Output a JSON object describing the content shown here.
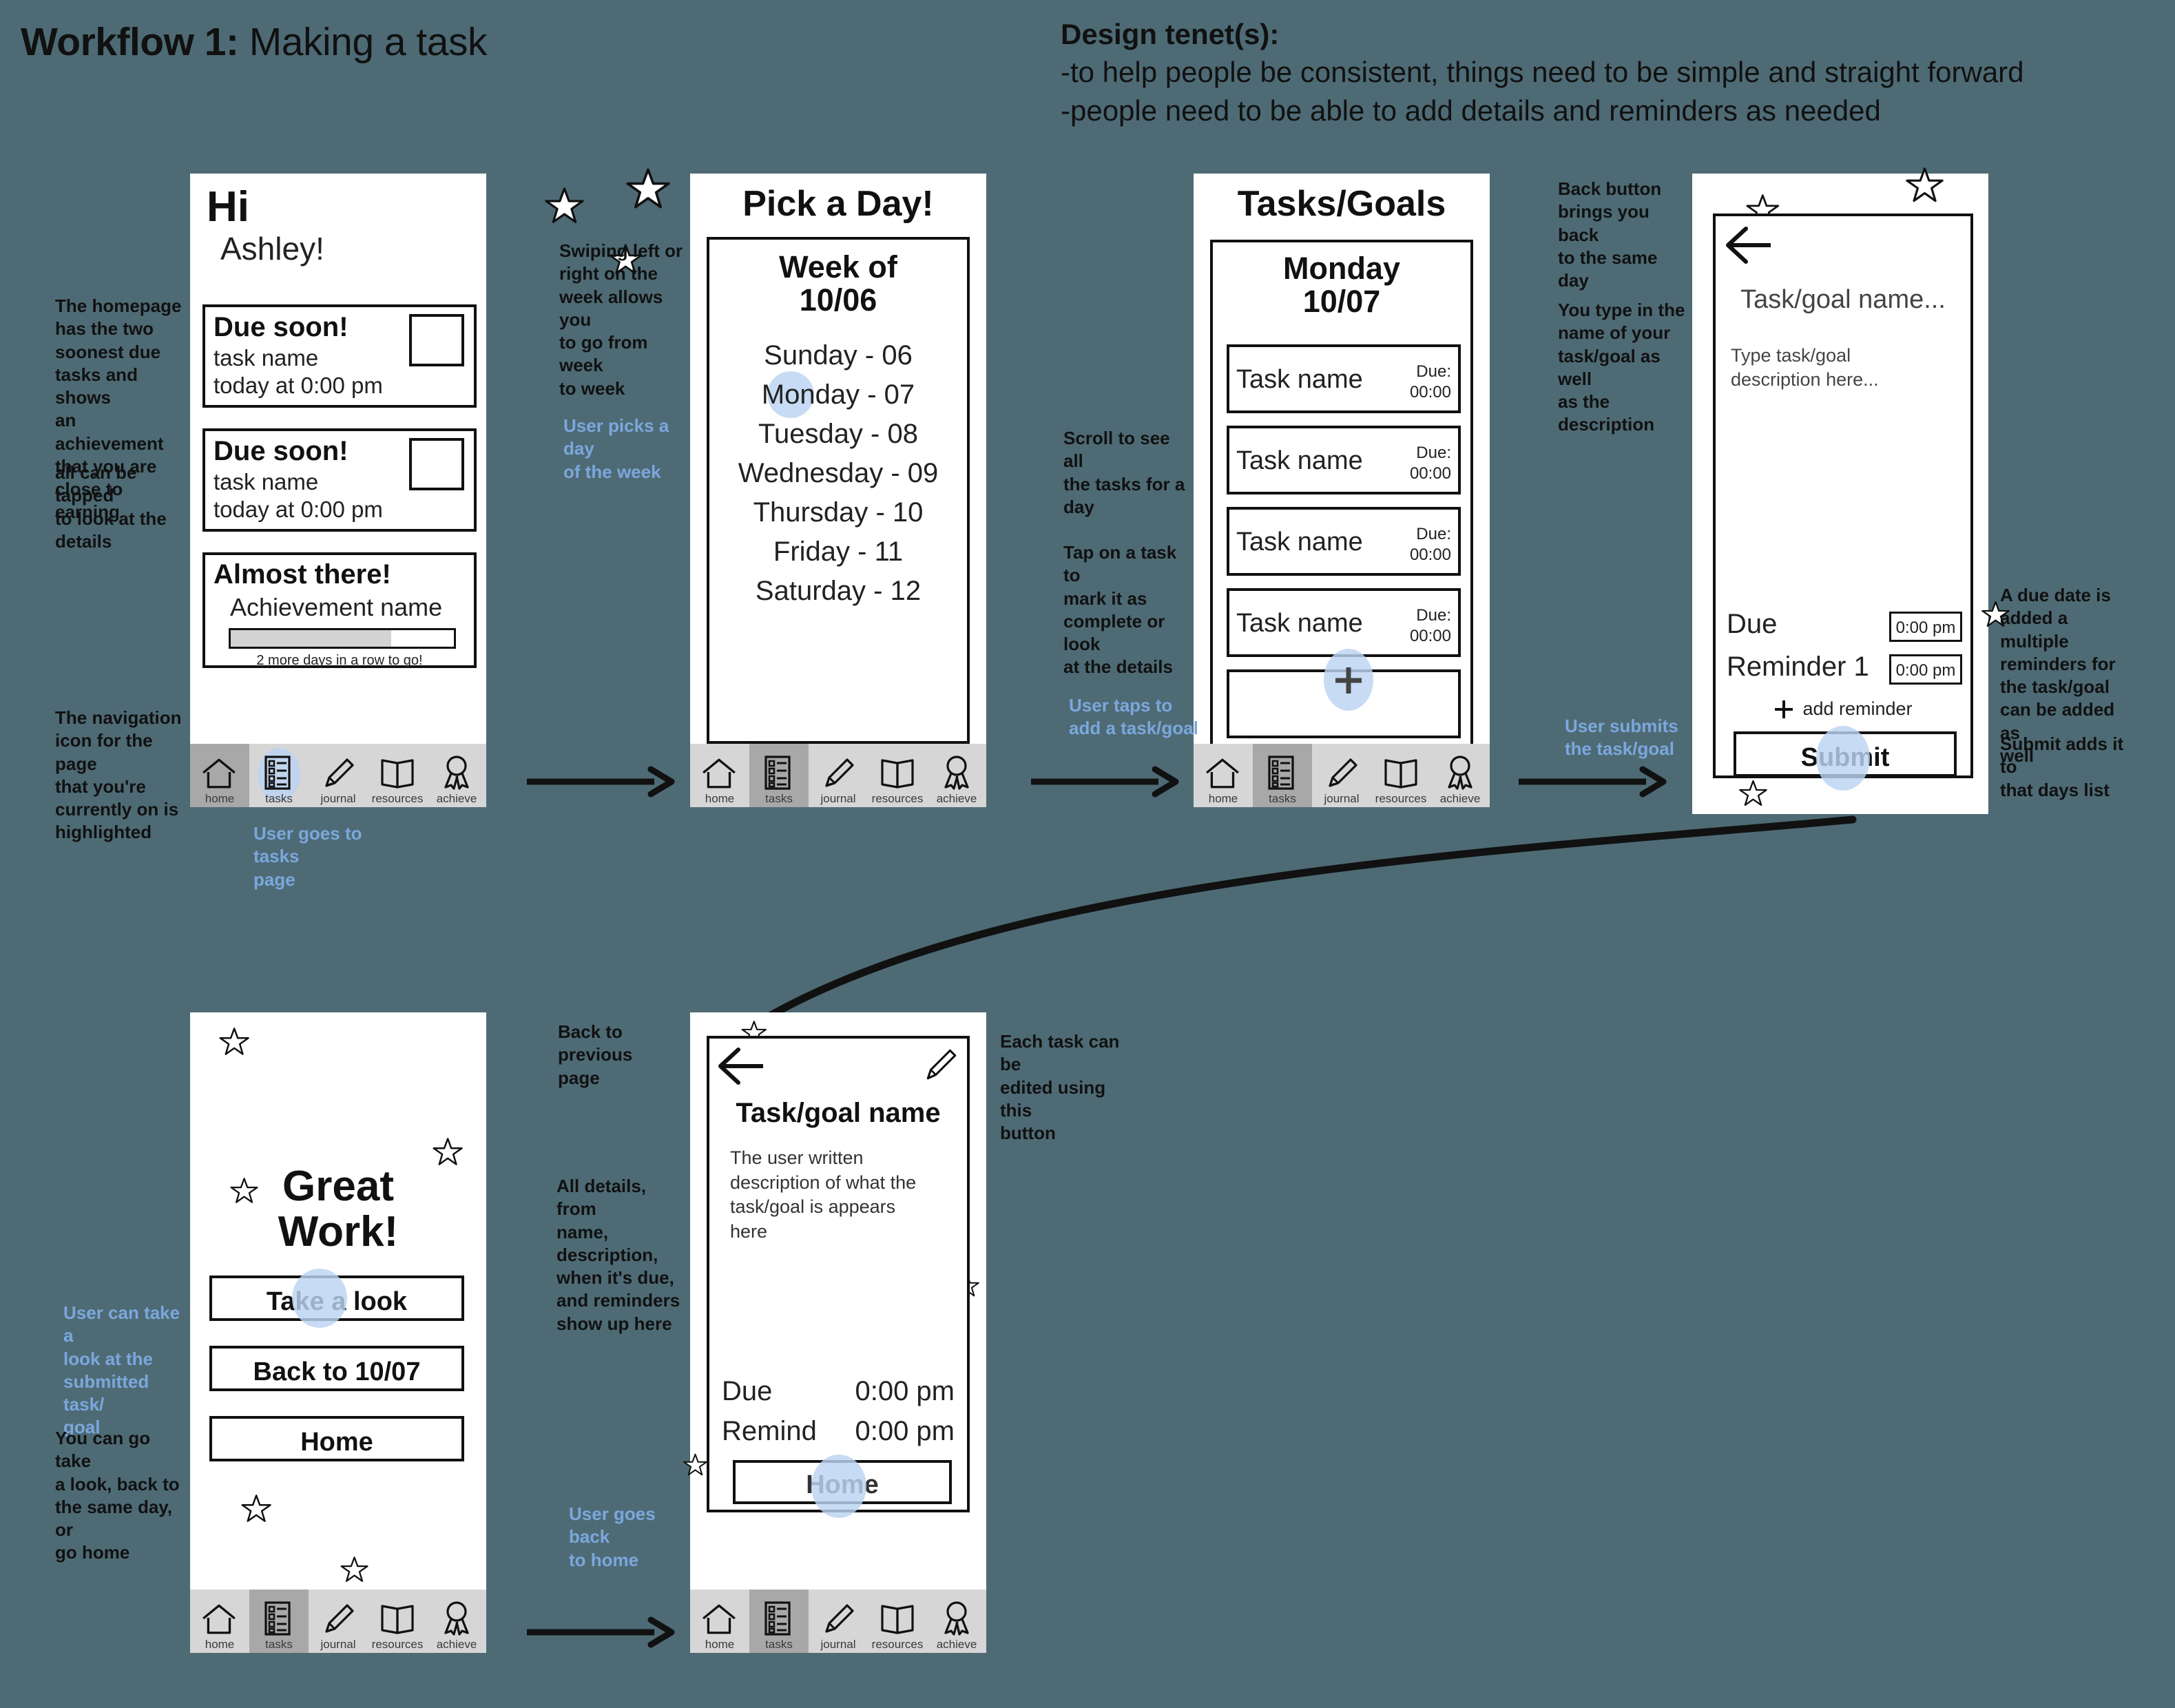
{
  "header": {
    "title_bold": "Workflow 1:",
    "title_rest": " Making a task",
    "tenets_heading": "Design tenet(s):",
    "tenet_1": "-to help people be consistent, things need to be simple and straight forward",
    "tenet_2": "-people need to be able to add details and reminders as needed"
  },
  "nav": {
    "items": [
      {
        "label": "home",
        "icon": "home-icon"
      },
      {
        "label": "tasks",
        "icon": "checklist-icon"
      },
      {
        "label": "journal",
        "icon": "pencil-icon"
      },
      {
        "label": "resources",
        "icon": "book-icon"
      },
      {
        "label": "achieve",
        "icon": "award-ribbon-icon"
      }
    ],
    "active": "tasks"
  },
  "screen_home": {
    "greeting": "Hi",
    "user_name": "Ashley!",
    "cards": [
      {
        "heading": "Due soon!",
        "task": "task name",
        "when": "today at 0:00 pm"
      },
      {
        "heading": "Due soon!",
        "task": "task name",
        "when": "today at 0:00 pm"
      }
    ],
    "achievement": {
      "heading": "Almost there!",
      "name": "Achievement name",
      "progress_percent": 72,
      "progress_caption": "2 more days in a row to go!"
    }
  },
  "screen_pick_day": {
    "title": "Pick a Day!",
    "week_of_line1": "Week of",
    "week_of_line2": "10/06",
    "days": [
      "Sunday - 06",
      "Monday - 07",
      "Tuesday - 08",
      "Wednesday - 09",
      "Thursday - 10",
      "Friday - 11",
      "Saturday - 12"
    ],
    "selected_day": "Monday - 07"
  },
  "screen_tasks": {
    "title": "Tasks/Goals",
    "day_line1": "Monday",
    "day_line2": "10/07",
    "tasks": [
      {
        "name": "Task name",
        "due_label": "Due:",
        "due_time": "00:00"
      },
      {
        "name": "Task name",
        "due_label": "Due:",
        "due_time": "00:00"
      },
      {
        "name": "Task name",
        "due_label": "Due:",
        "due_time": "00:00"
      },
      {
        "name": "Task name",
        "due_label": "Due:",
        "due_time": "00:00"
      }
    ],
    "add_button": "+"
  },
  "screen_create": {
    "back_icon": "back-arrow-icon",
    "name_placeholder": "Task/goal name...",
    "description_placeholder": "Type task/goal description here...",
    "due_label": "Due",
    "due_value": "0:00 pm",
    "reminder_label": "Reminder 1",
    "reminder_value": "0:00 pm",
    "add_reminder_label": "add reminder",
    "submit_label": "Submit"
  },
  "screen_success": {
    "heading_line1": "Great",
    "heading_line2": "Work!",
    "buttons": [
      "Take a look",
      "Back to 10/07",
      "Home"
    ]
  },
  "screen_detail": {
    "back_icon": "back-arrow-icon",
    "edit_icon": "pencil-edit-icon",
    "title": "Task/goal name",
    "description": "The user written description of what the task/goal is appears here",
    "due_label": "Due",
    "due_value": "0:00 pm",
    "remind_label": "Remind",
    "remind_value": "0:00 pm",
    "home_button": "Home"
  },
  "annotations": {
    "home_left_1": "The homepage\nhas the two\nsoonest due\ntasks and shows\nan achievement\nthat you are\nclose to earning",
    "home_left_2": "all can be tapped\nto look at the\ndetails",
    "home_left_3": "The navigation\nicon for the page\nthat you're\ncurrently on is\nhighlighted",
    "home_goes_tasks": "User goes to tasks\npage",
    "swipe_week": "Swiping left or\nright on the\nweek allows you\nto go from week\nto week",
    "picks_day": "User picks a day\nof the week",
    "scroll_tasks": "Scroll to see all\nthe tasks for a\nday",
    "tap_task": "Tap on a task to\nmark it as\ncomplete or look\nat the details",
    "taps_add": "User taps to\nadd a task/goal",
    "back_same_day": "Back button\nbrings you back\nto the same day",
    "type_name": "You type in the\nname of your\ntask/goal as well\nas the\ndescription",
    "submits": "User submits\nthe task/goal",
    "due_reminders": "A due date is\nadded a multiple\nreminders for\nthe task/goal\ncan be added as\nwell",
    "submit_adds": "Submit adds it to\nthat days list",
    "take_look": "User can take a\nlook at the\nsubmitted task/\ngoal",
    "go_look": "You can go take\na look, back to\nthe same day, or\ngo home",
    "back_previous": "Back to previous\npage",
    "all_details": "All details, from\nname,\ndescription,\nwhen it's due,\nand reminders\nshow up here",
    "goes_home": "User goes back\nto home",
    "edit_button": "Each task can be\nedited using this\nbutton"
  },
  "colors": {
    "background": "#4e6b75",
    "tap_highlight": "#bcd3f2",
    "nav_bar": "#d6d6d6",
    "nav_active": "#a8a8a8",
    "annotation_blue": "#7ba7dd",
    "progress_fill": "#d3d3d3"
  }
}
